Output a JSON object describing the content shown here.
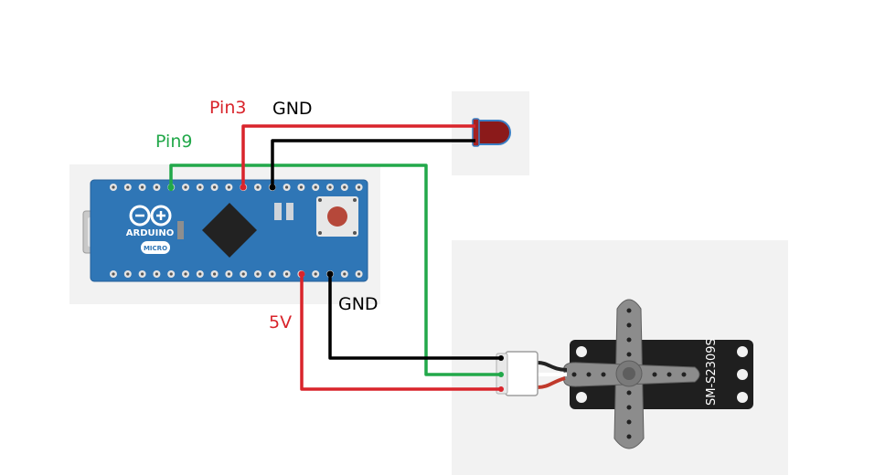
{
  "labels": {
    "pin3": "Pin3",
    "gnd_led": "GND",
    "pin9": "Pin9",
    "five_v": "5V",
    "gnd_servo": "GND"
  },
  "board": {
    "brand": "ARDUINO",
    "model": "MICRO"
  },
  "servo": {
    "model": "SM-S2309S"
  },
  "colors": {
    "red_wire": "#d9242b",
    "green_wire": "#22a84a",
    "black_wire": "#000000",
    "board": "#2f76b6",
    "panel": "#f2f2f2"
  }
}
